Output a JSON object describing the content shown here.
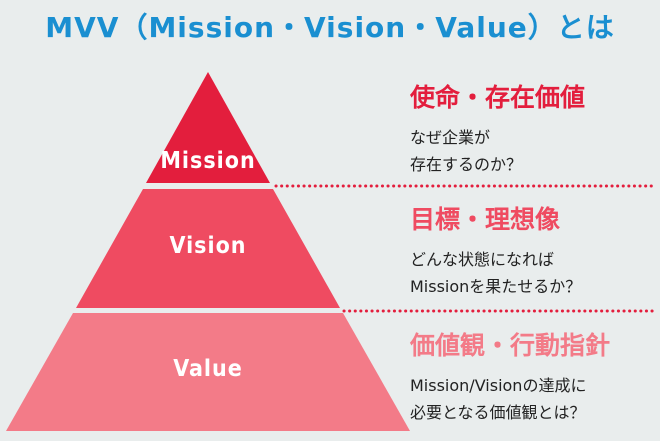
{
  "title": "MVV（Mission・Vision・Value）とは",
  "colors": {
    "title": "#1a8fd1",
    "background": "#e9eded",
    "mission": "#e31e3d",
    "vision": "#ef4b61",
    "value": "#f37b88",
    "dotted_line": "#e31e3d"
  },
  "tiers": [
    {
      "label": "Mission",
      "heading": "使命・存在価値",
      "heading_color": "#e31e3d",
      "lines": [
        "なぜ企業が",
        "存在するのか？"
      ]
    },
    {
      "label": "Vision",
      "heading": "目標・理想像",
      "heading_color": "#ef4b61",
      "lines": [
        "どんな状態になれば",
        "Missionを果たせるか？"
      ]
    },
    {
      "label": "Value",
      "heading": "価値観・行動指針",
      "heading_color": "#f37b88",
      "lines": [
        "Mission/Visionの達成に",
        "必要となる価値観とは？"
      ]
    }
  ]
}
